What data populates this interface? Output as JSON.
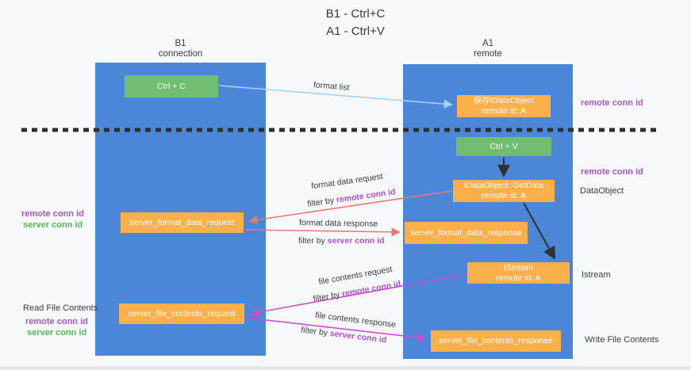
{
  "title": {
    "line1": "B1 - Ctrl+C",
    "line2": "A1 - Ctrl+V"
  },
  "lifelines": {
    "left": {
      "name": "B1",
      "role": "connection"
    },
    "right": {
      "name": "A1",
      "role": "remote"
    }
  },
  "nodes": {
    "ctrl_c": {
      "label": "Ctrl + C"
    },
    "ctrl_v": {
      "label": "Ctrl + V"
    },
    "save_dataobject": {
      "line1": "保存IDataObject",
      "line2": "remote id: A"
    },
    "getdata": {
      "line1": "IDataObject::GetData",
      "line2": "remote id: A"
    },
    "istream": {
      "line1": "IStream",
      "line2": "remote id: A"
    },
    "format_request": {
      "label": "server_format_data_request"
    },
    "format_response": {
      "label": "server_format_data_response"
    },
    "file_request": {
      "label": "server_file_contents_request"
    },
    "file_response": {
      "label": "server_file_contents_response"
    }
  },
  "arrows": {
    "format_list": {
      "label": "format list"
    },
    "format_data_request": {
      "label": "format data request",
      "filter_prefix": "filter by ",
      "filter_key": "remote conn id"
    },
    "format_data_response": {
      "label": "format data response",
      "filter_prefix": "filter by ",
      "filter_key": "server conn id"
    },
    "file_contents_request": {
      "label": "file contents request",
      "filter_prefix": "filter by ",
      "filter_key": "remote conn id"
    },
    "file_contents_response": {
      "label": "file contents response",
      "filter_prefix": "filter by ",
      "filter_key": "server conn id"
    }
  },
  "annotations": {
    "right_remote_conn_id_top": "remote conn id",
    "right_remote_conn_id_mid": "remote conn id",
    "right_dataobject": "DataObject",
    "right_istream": "Istream",
    "right_write_file_contents": "Write File Contents",
    "left_remote_conn_id_1": "remote conn id",
    "left_server_conn_id_1": "server conn id",
    "left_read_file_contents": "Read File Contents",
    "left_remote_conn_id_2": "remote conn id",
    "left_server_conn_id_2": "server conn id"
  },
  "colors": {
    "lifeline_blue": "#4c86d9",
    "node_green": "#71bd71",
    "node_orange": "#fbb04c",
    "arrow_lightblue": "#a9d2f0",
    "arrow_red": "#e87878",
    "arrow_magenta": "#cb4dcb",
    "arrow_black": "#303030",
    "dashed_line": "#2e2e2e",
    "text_purple": "#a855cc",
    "text_green": "#58b55a",
    "background": "#f7f8f9"
  }
}
